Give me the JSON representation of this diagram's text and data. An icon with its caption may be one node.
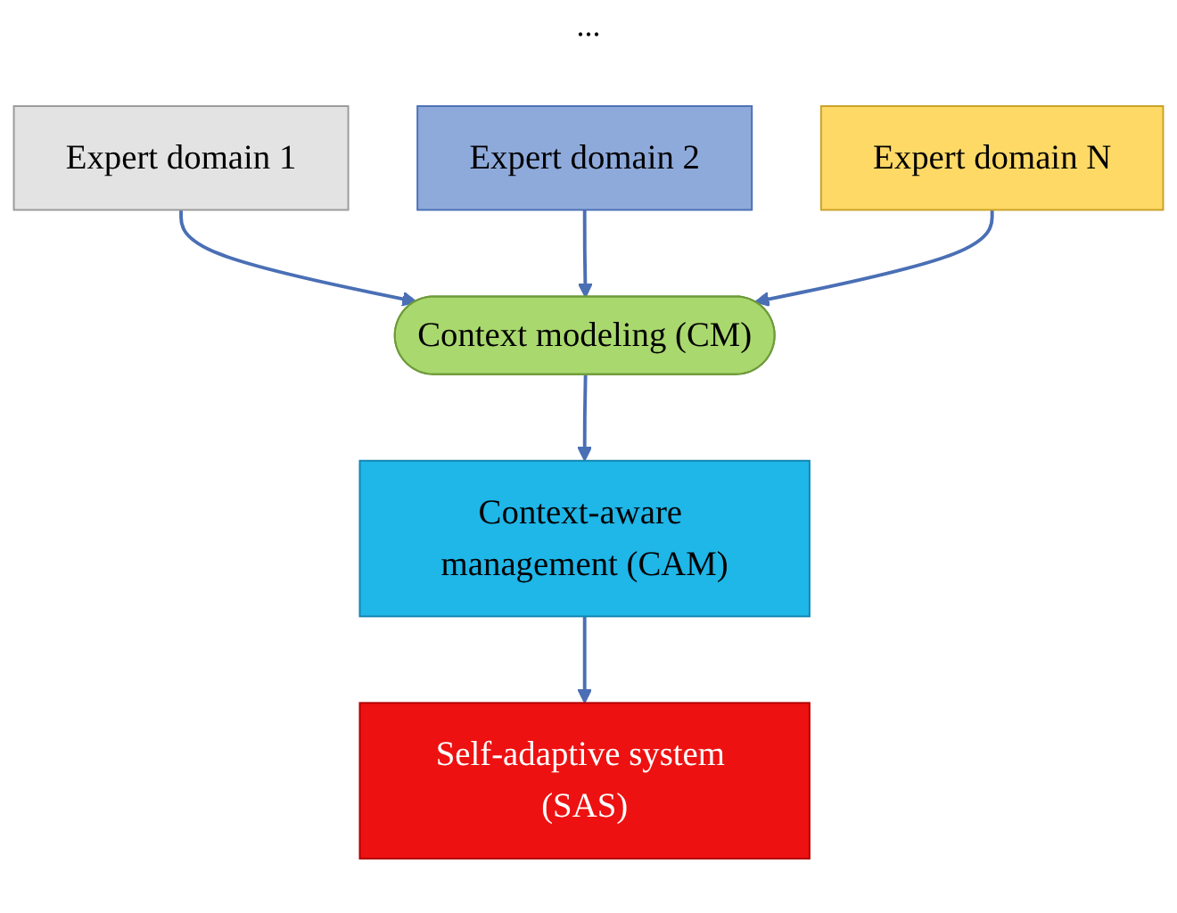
{
  "diagram": {
    "nodes": [
      {
        "text": [
          "Expert domain 1"
        ]
      },
      {
        "text": [
          "Expert domain 2"
        ]
      },
      {
        "text": [
          "Expert domain N"
        ]
      },
      {
        "text": [
          "Context modeling (CM)"
        ]
      },
      {
        "text": [
          "Context-aware management (CAM)"
        ]
      },
      {
        "text": [
          "Self-adaptive system (SAS)"
        ]
      }
    ],
    "edges": [
      {
        "from": 0,
        "to": 3,
        "arrow": "to"
      },
      {
        "from": 1,
        "to": 3,
        "arrow": "to"
      },
      {
        "from": 2,
        "to": 3,
        "arrow": "to"
      },
      {
        "from": 3,
        "to": 4,
        "arrow": "to"
      },
      {
        "from": 4,
        "to": 5,
        "arrow": "to"
      }
    ],
    "labels": [
      "..."
    ]
  }
}
